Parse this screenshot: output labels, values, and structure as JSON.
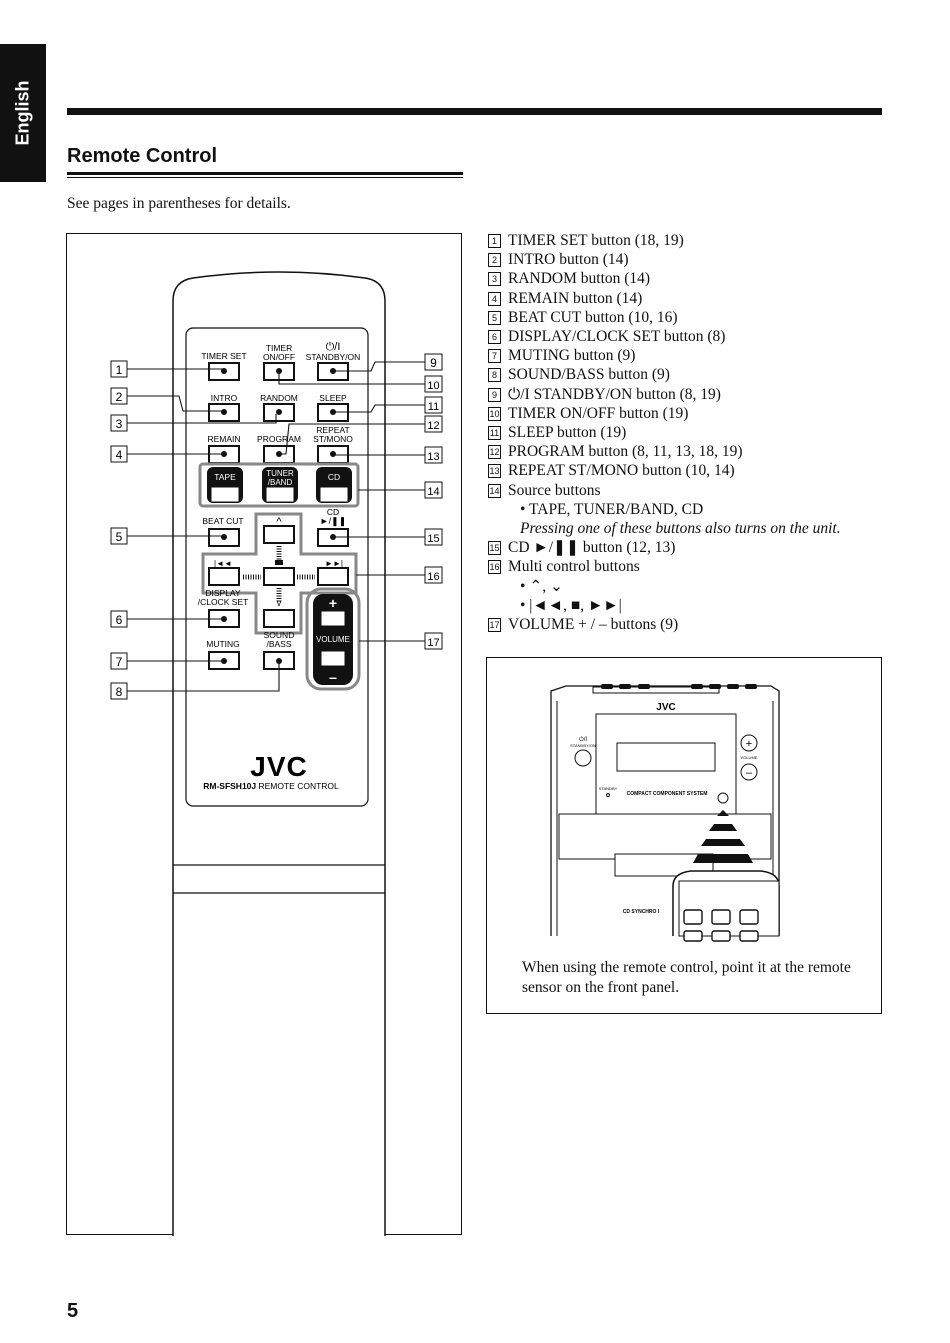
{
  "side_tab": "English",
  "section_title": "Remote Control",
  "intro_text": "See pages in parentheses for details.",
  "remote": {
    "timer_set": "TIMER SET",
    "timer_on_off_1": "TIMER",
    "timer_on_off_2": "ON/OFF",
    "standby_symbol": "⏻/I",
    "standby_on": "STANDBY/ON",
    "intro": "INTRO",
    "random": "RANDOM",
    "sleep": "SLEEP",
    "remain": "REMAIN",
    "program": "PROGRAM",
    "repeat_1": "REPEAT",
    "repeat_2": "ST/MONO",
    "tape": "TAPE",
    "tuner_1": "TUNER",
    "tuner_2": "/BAND",
    "cd": "CD",
    "beat_cut": "BEAT CUT",
    "cd_play_1": "CD",
    "cd_play_2": "►/❚❚",
    "up_sym": "^",
    "prev_sym": "|◄◄",
    "next_sym": "►►|",
    "down_sym": "v",
    "display_1": "DISPLAY",
    "display_2": "/CLOCK SET",
    "muting": "MUTING",
    "sound_1": "SOUND",
    "sound_2": "/BASS",
    "volume": "VOLUME",
    "plus": "+",
    "minus": "–",
    "brand": "JVC",
    "model": "RM-SFSH10J",
    "model_suffix": " REMOTE CONTROL",
    "callouts": [
      "1",
      "2",
      "3",
      "4",
      "5",
      "6",
      "7",
      "8",
      "9",
      "10",
      "11",
      "12",
      "13",
      "14",
      "15",
      "16",
      "17"
    ]
  },
  "items": [
    {
      "num": "1",
      "text": "TIMER SET button (18, 19)"
    },
    {
      "num": "2",
      "text": "INTRO button (14)"
    },
    {
      "num": "3",
      "text": "RANDOM button (14)"
    },
    {
      "num": "4",
      "text": "REMAIN button (14)"
    },
    {
      "num": "5",
      "text": "BEAT CUT button (10, 16)"
    },
    {
      "num": "6",
      "text": "DISPLAY/CLOCK SET button (8)"
    },
    {
      "num": "7",
      "text": "MUTING button (9)"
    },
    {
      "num": "8",
      "text": "SOUND/BASS button (9)"
    },
    {
      "num": "9",
      "text": "⏻/I STANDBY/ON button (8, 19)"
    },
    {
      "num": "10",
      "text": "TIMER ON/OFF button (19)"
    },
    {
      "num": "11",
      "text": "SLEEP button (19)"
    },
    {
      "num": "12",
      "text": "PROGRAM button (8, 11, 13, 18, 19)"
    },
    {
      "num": "13",
      "text": "REPEAT ST/MONO button (10, 14)"
    },
    {
      "num": "14",
      "text": "Source buttons"
    },
    {
      "num": "15",
      "text": "CD ►/❚❚ button (12, 13)"
    },
    {
      "num": "16",
      "text": "Multi control buttons"
    },
    {
      "num": "17",
      "text": "VOLUME + / – buttons (9)"
    }
  ],
  "item14_sub1": "• TAPE, TUNER/BAND, CD",
  "item14_sub2": "Pressing one of these buttons also turns on the unit.",
  "item16_sub1": "• ⌃, ⌄",
  "item16_sub2": "• |◄◄, ■, ►►|",
  "unit": {
    "brand": "JVC",
    "standby": "STANDBY",
    "standby_on": "STANDBY/ON",
    "volume": "VOLUME",
    "compact": "COMPACT COMPONENT SYSTEM",
    "cd_synchro": "CD SYNCHRO I",
    "power_sym": "⏻/I"
  },
  "caption": "When using the remote control, point it at the remote sensor on the front panel.",
  "page_number": "5"
}
